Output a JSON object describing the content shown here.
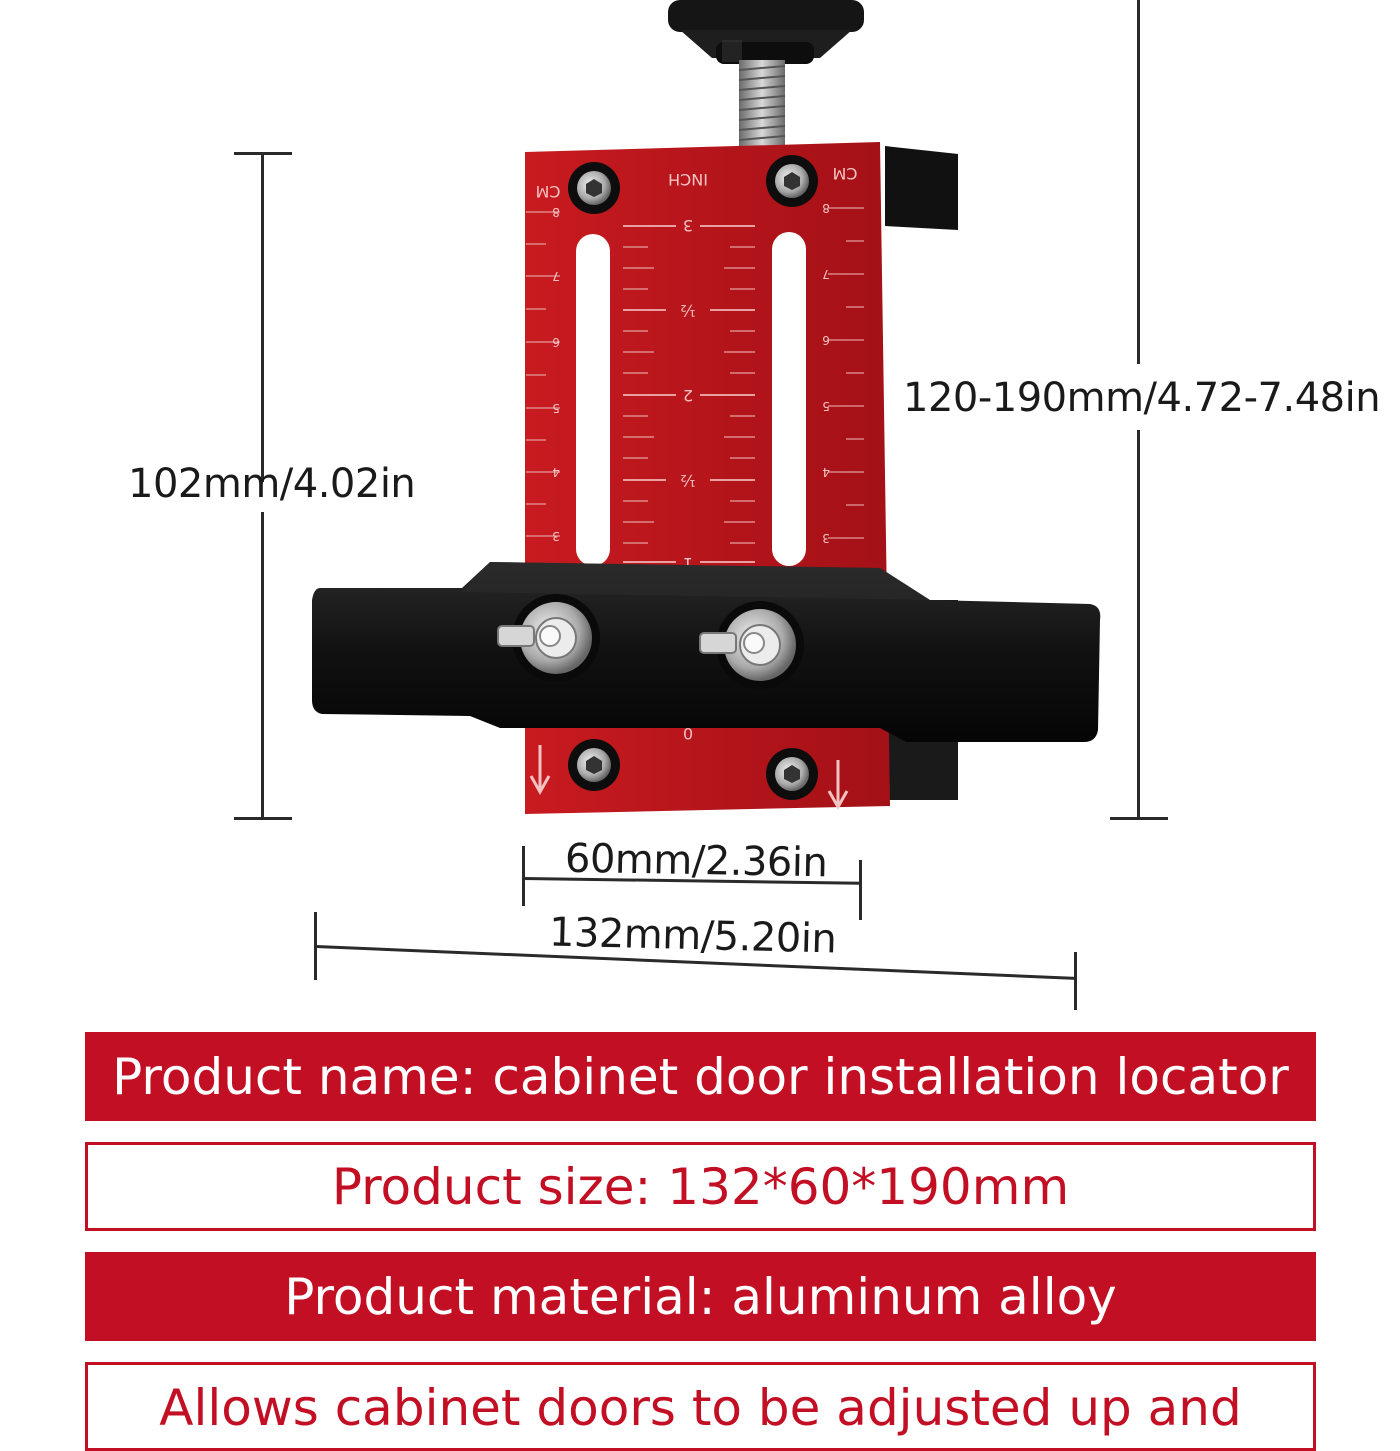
{
  "dimensions": {
    "height_fixed": "102mm/4.02in",
    "height_range": "120-190mm/4.72-7.48in",
    "inner_width": "60mm/2.36in",
    "total_width": "132mm/5.20in"
  },
  "tool_markings": {
    "unit_cm_left": "CM",
    "unit_inch": "INCH",
    "unit_cm_right": "CM",
    "inch_labels": [
      "3",
      "½",
      "2",
      "½",
      "1"
    ],
    "cm_labels": [
      "8",
      "7",
      "6",
      "5",
      "4",
      "3"
    ],
    "zero_label": "0"
  },
  "banners": [
    {
      "text": "Product name: cabinet door installation locator"
    },
    {
      "text": "Product size: 132*60*190mm"
    },
    {
      "text": "Product material: aluminum alloy"
    },
    {
      "text": "Allows cabinet doors to be adjusted up and"
    }
  ],
  "colors": {
    "brand_red": "#c30f24",
    "anodized_red": "#b8171c",
    "body_black": "#141414"
  },
  "icons": [
    "hex-screw-icon",
    "thumb-screw-icon",
    "knob-icon",
    "arrow-down-icon"
  ]
}
